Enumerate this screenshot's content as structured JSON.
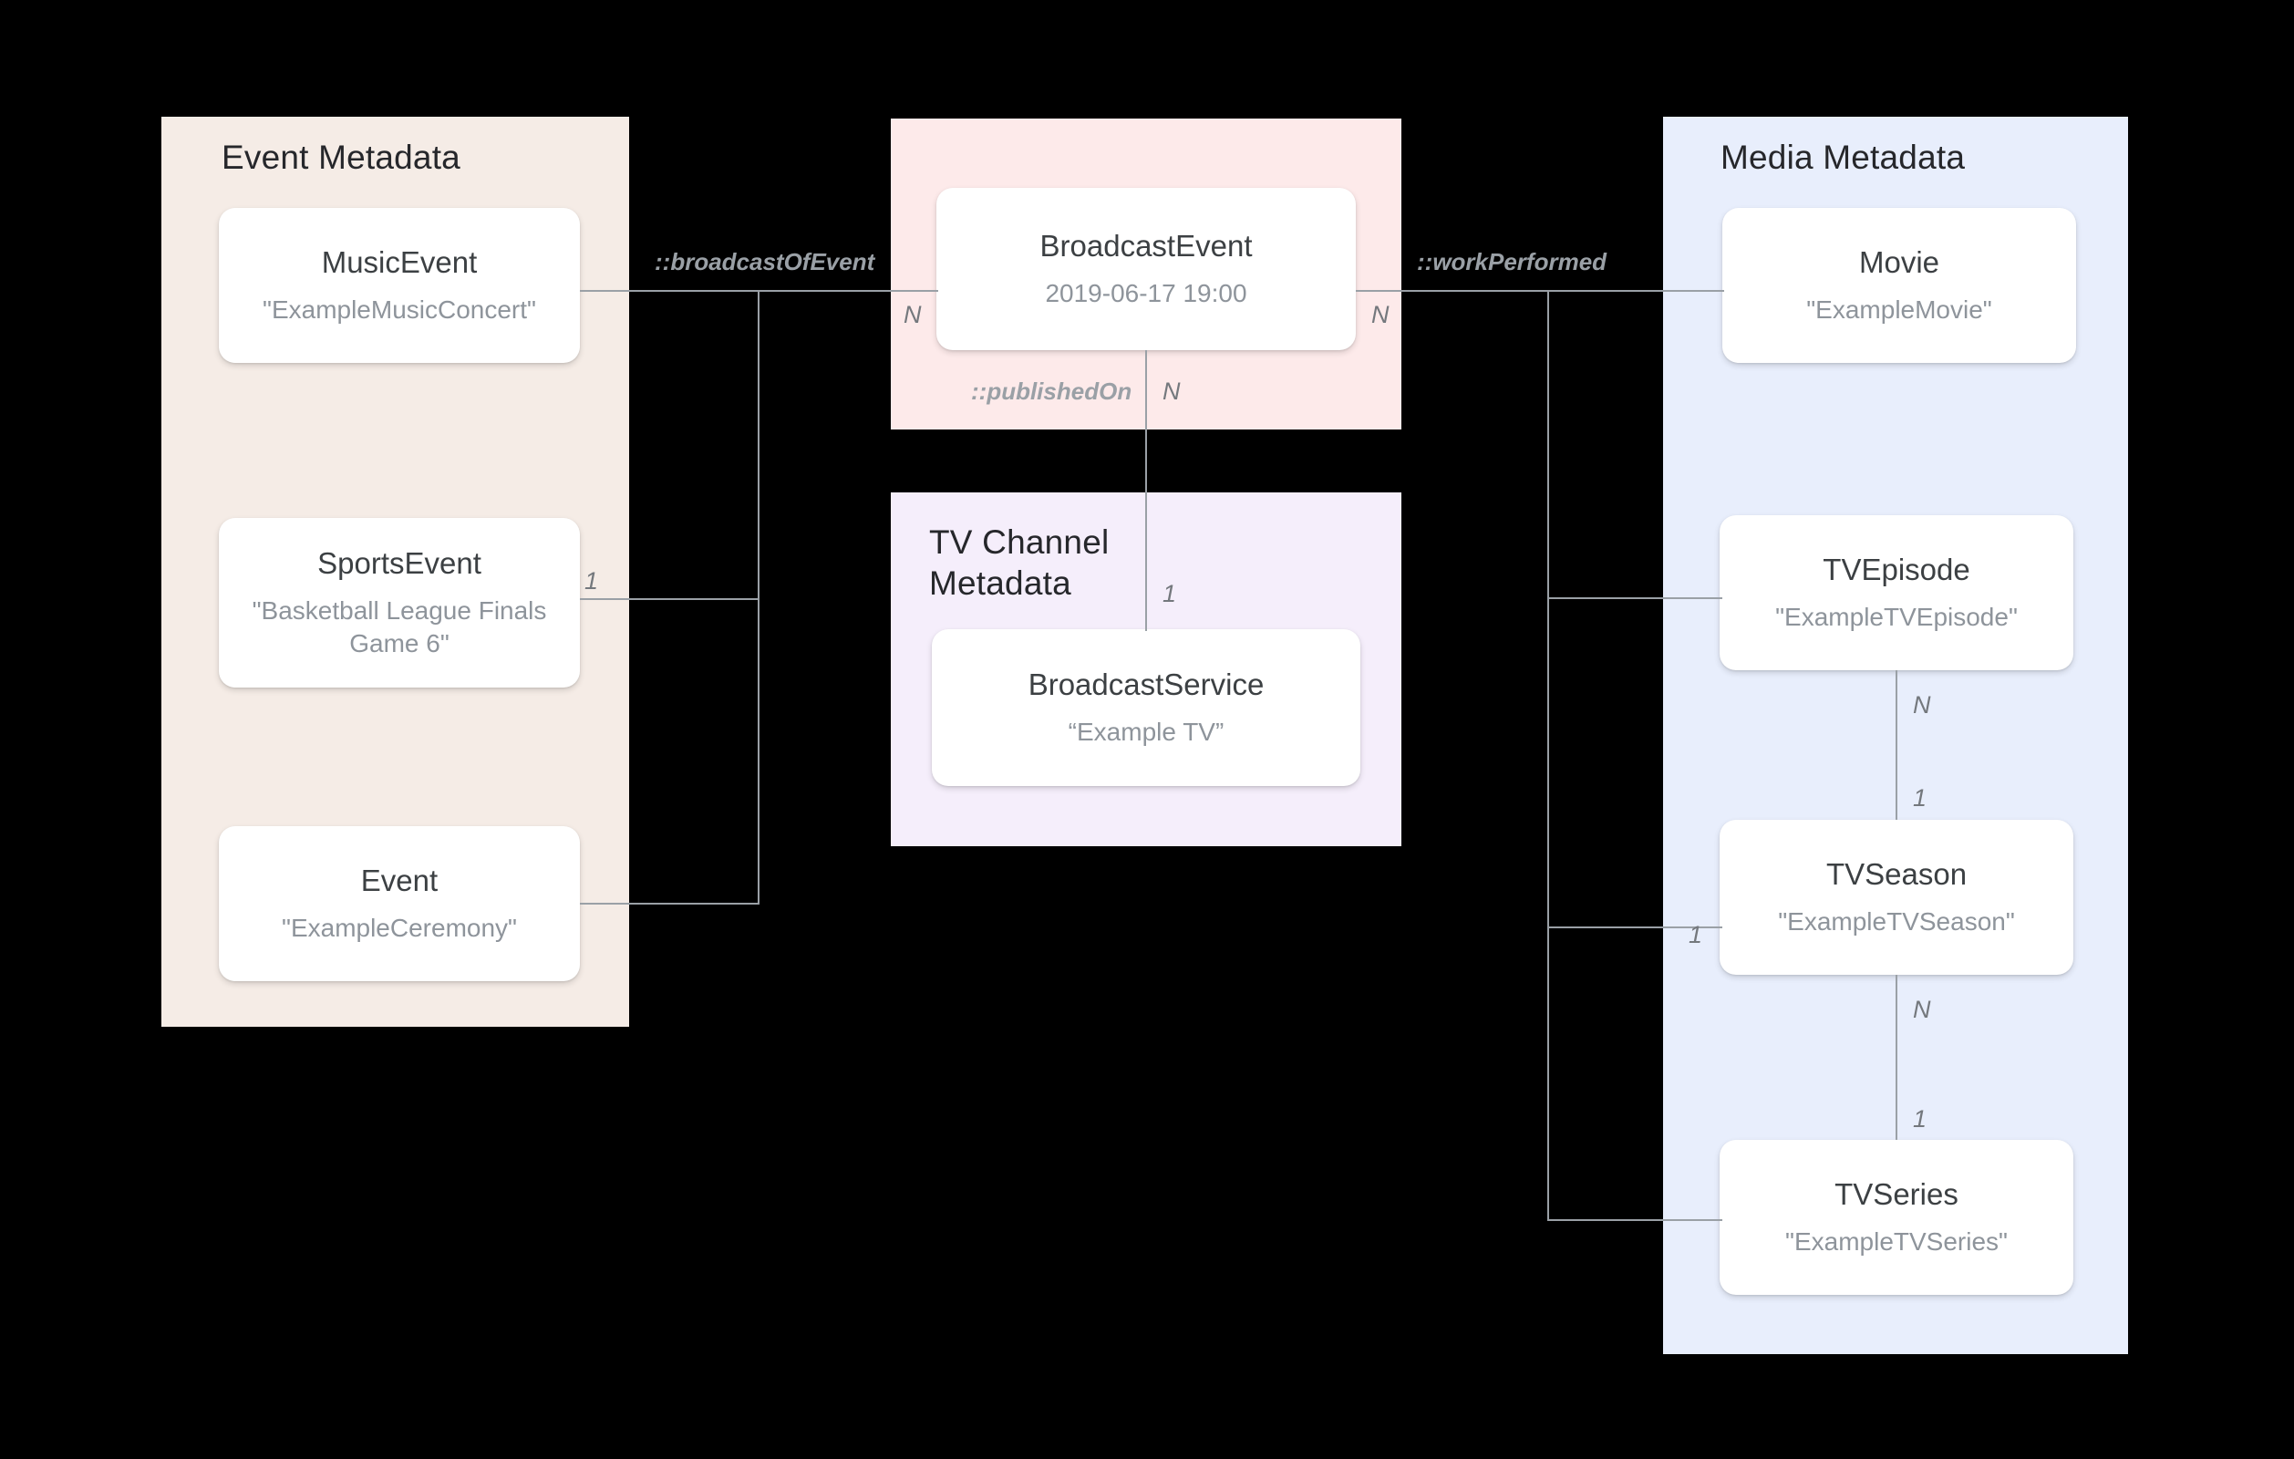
{
  "diagram": {
    "title": "Broadcast event metadata relationship diagram",
    "colors": {
      "background": "#000000",
      "event_panel": "#f5ece6",
      "broadcast_panel": "#fdeaea",
      "tvchannel_panel": "#f5eefb",
      "media_panel": "#e8eefc",
      "node_fill": "#ffffff",
      "connector": "#9aa0a6",
      "title_text": "#26272b",
      "node_title_text": "#3c4043",
      "node_subtitle_text": "#8e949b",
      "label_text": "#9aa0a6"
    }
  },
  "panels": {
    "event": {
      "title": "Event Metadata",
      "nodes": [
        {
          "title": "MusicEvent",
          "subtitle": "\"ExampleMusicConcert\""
        },
        {
          "title": "SportsEvent",
          "subtitle": "\"Basketball League Finals Game 6\""
        },
        {
          "title": "Event",
          "subtitle": "\"ExampleCeremony\""
        }
      ]
    },
    "broadcast": {
      "title": "",
      "nodes": [
        {
          "title": "BroadcastEvent",
          "subtitle": "2019-06-17 19:00"
        }
      ]
    },
    "tvchannel": {
      "title": "TV Channel\nMetadata",
      "nodes": [
        {
          "title": "BroadcastService",
          "subtitle": "“Example TV”"
        }
      ]
    },
    "media": {
      "title": "Media Metadata",
      "nodes": [
        {
          "title": "Movie",
          "subtitle": "\"ExampleMovie\""
        },
        {
          "title": "TVEpisode",
          "subtitle": "\"ExampleTVEpisode\""
        },
        {
          "title": "TVSeason",
          "subtitle": "\"ExampleTVSeason\""
        },
        {
          "title": "TVSeries",
          "subtitle": "\"ExampleTVSeries\""
        }
      ]
    }
  },
  "relations": [
    {
      "name": "broadcastOfEvent",
      "label": "::broadcastOfEvent"
    },
    {
      "name": "publishedOn",
      "label": "::publishedOn"
    },
    {
      "name": "workPerformed",
      "label": "::workPerformed"
    }
  ],
  "cardinalities": {
    "sports_to_trunk": "1",
    "broadcast_left": "N",
    "broadcast_right": "N",
    "publishedon_top": "N",
    "publishedon_bottom": "1",
    "episode_to_season_n": "N",
    "episode_to_season_1": "1",
    "season_left": "1",
    "season_to_series_n": "N",
    "season_to_series_1": "1"
  }
}
